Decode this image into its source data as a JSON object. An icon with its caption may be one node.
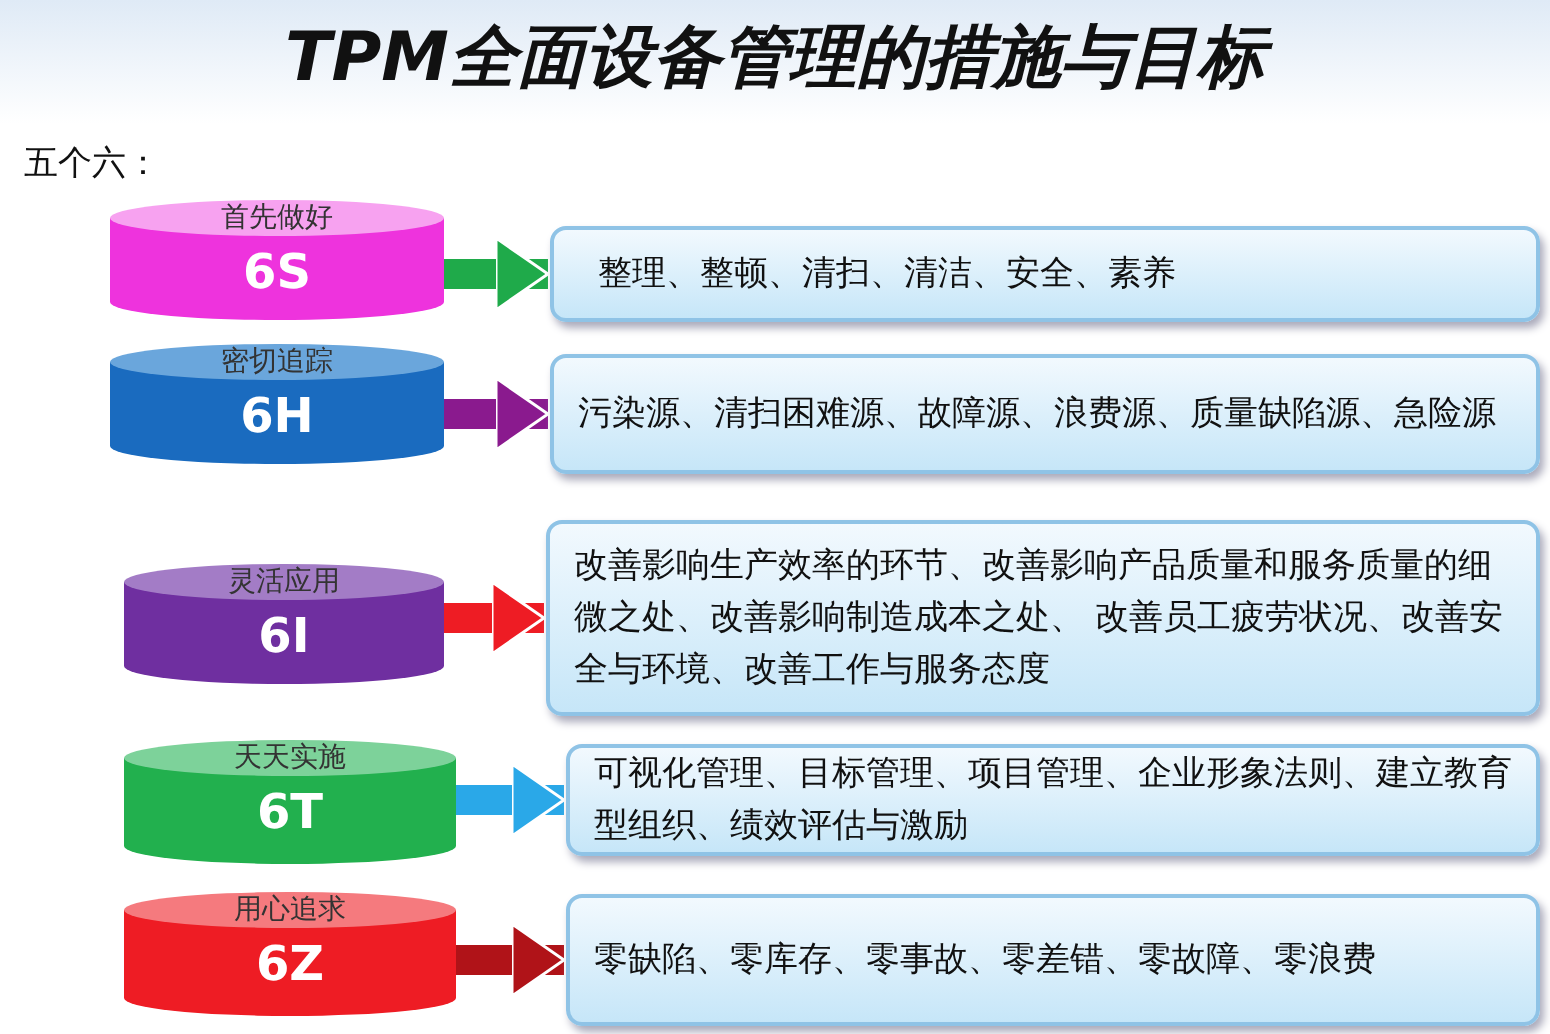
{
  "diagram": {
    "title": "TPM全面设备管理的措施与目标",
    "nodes": [
      {
        "text": [
          "首先做好",
          "6S"
        ]
      },
      {
        "text": [
          "整理、整顿、清扫、清洁、安全、素养"
        ]
      },
      {
        "text": [
          "密切追踪",
          "6H"
        ]
      },
      {
        "text": [
          "污染源、清扫困难源、故障源、浪费源、质量缺陷源、急险源"
        ]
      },
      {
        "text": [
          "灵活应用",
          "6I"
        ]
      },
      {
        "text": [
          "改善影响生产效率的环节、改善影响产品质量和服务质量的细微之处、改善影响制造成本之处、 改善员工疲劳状况、改善安全与环境、改善工作与服务态度"
        ]
      },
      {
        "text": [
          "天天实施",
          "6T"
        ]
      },
      {
        "text": [
          "可视化管理、目标管理、项目管理、企业形象法则、建立教育型组织、绩效评估与激励"
        ]
      },
      {
        "text": [
          "用心追求",
          "6Z"
        ]
      },
      {
        "text": [
          "零缺陷、零库存、零事故、零差错、零故障、零浪费"
        ]
      }
    ],
    "edges": [
      {
        "from": 0,
        "to": 1,
        "arrow": "to",
        "color": "#1faa4a"
      },
      {
        "from": 2,
        "to": 3,
        "arrow": "to",
        "color": "#8a1a8e"
      },
      {
        "from": 4,
        "to": 5,
        "arrow": "to",
        "color": "#ee1c24"
      },
      {
        "from": 6,
        "to": 7,
        "arrow": "to",
        "color": "#2aa8e8"
      },
      {
        "from": 8,
        "to": 9,
        "arrow": "to",
        "color": "#b01318"
      }
    ],
    "labels": [
      "五个六："
    ]
  }
}
